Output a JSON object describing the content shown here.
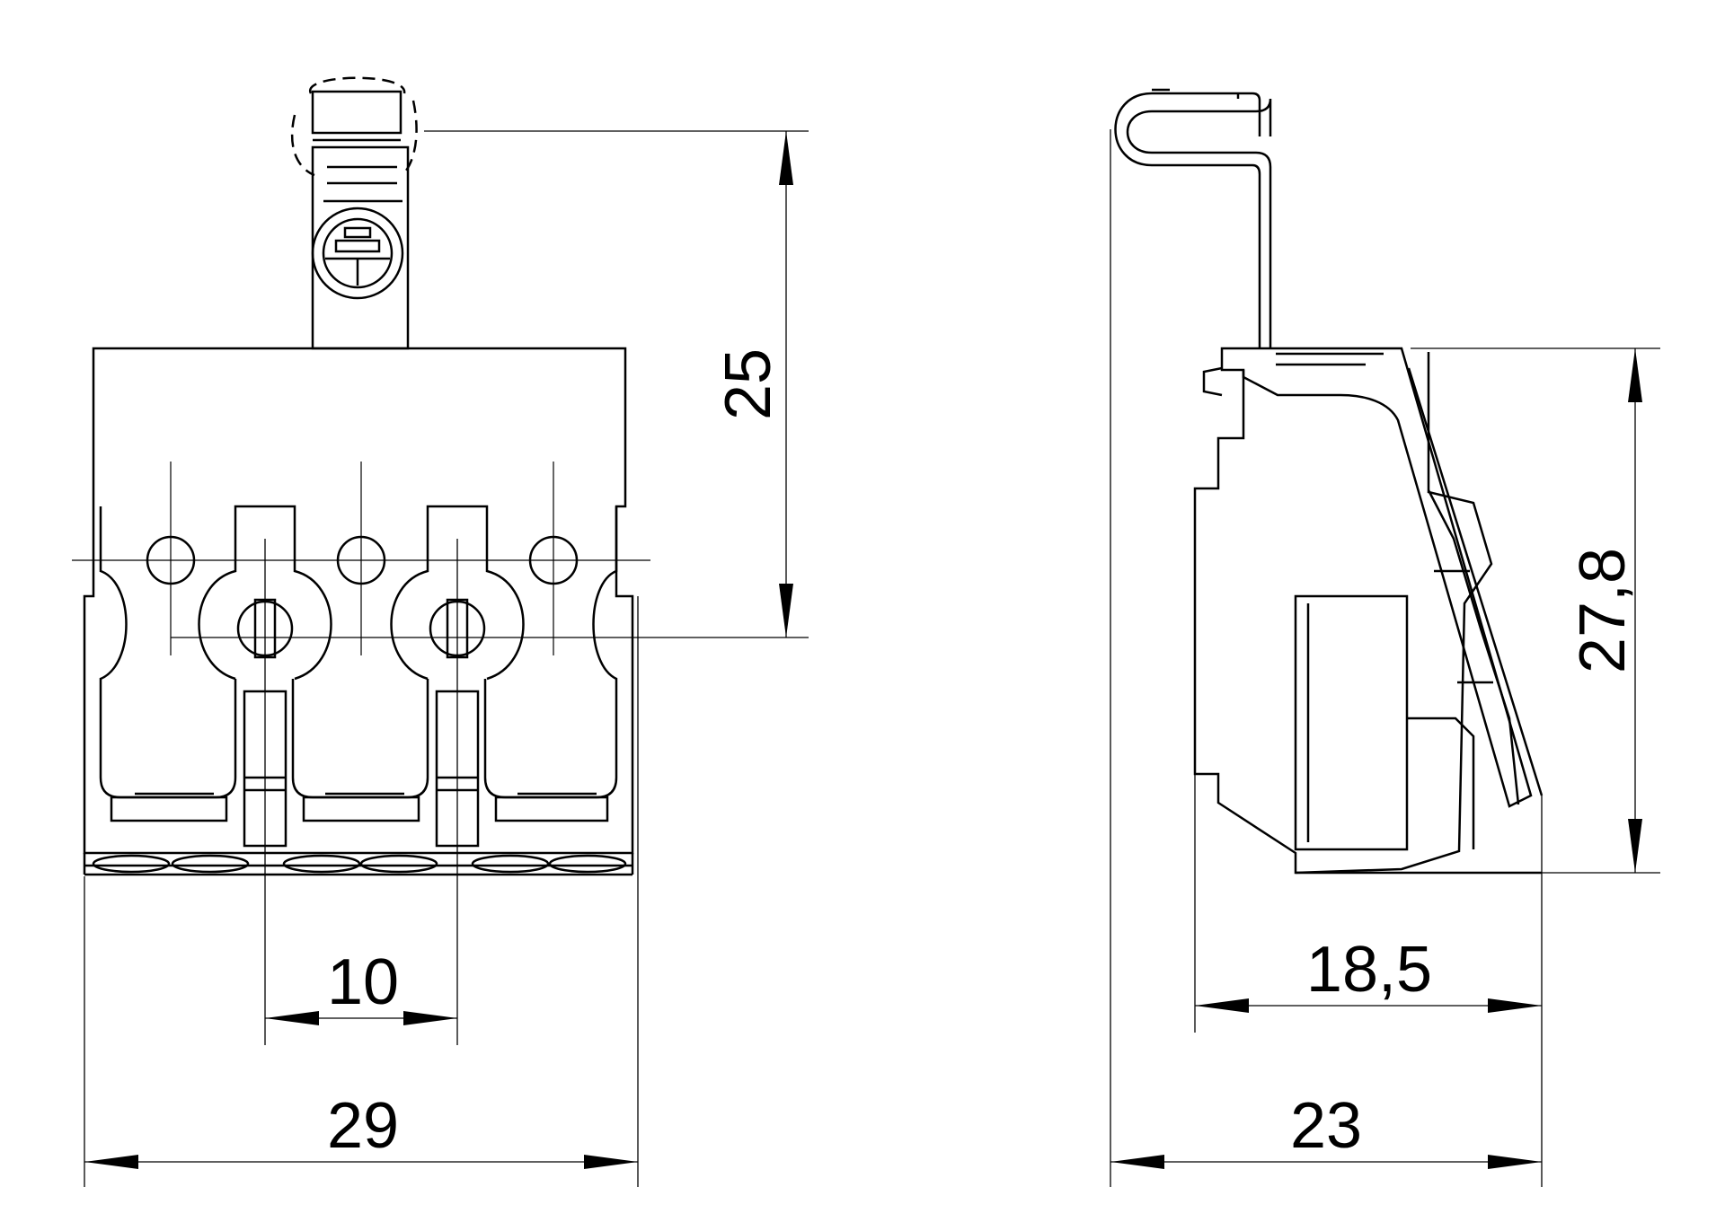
{
  "colors": {
    "stroke": "#000000",
    "background": "#ffffff"
  },
  "dimensions": {
    "front_height": "25",
    "front_pitch": "10",
    "front_width": "29",
    "side_depth_inner": "18,5",
    "side_depth_total": "23",
    "side_height": "27,8"
  }
}
